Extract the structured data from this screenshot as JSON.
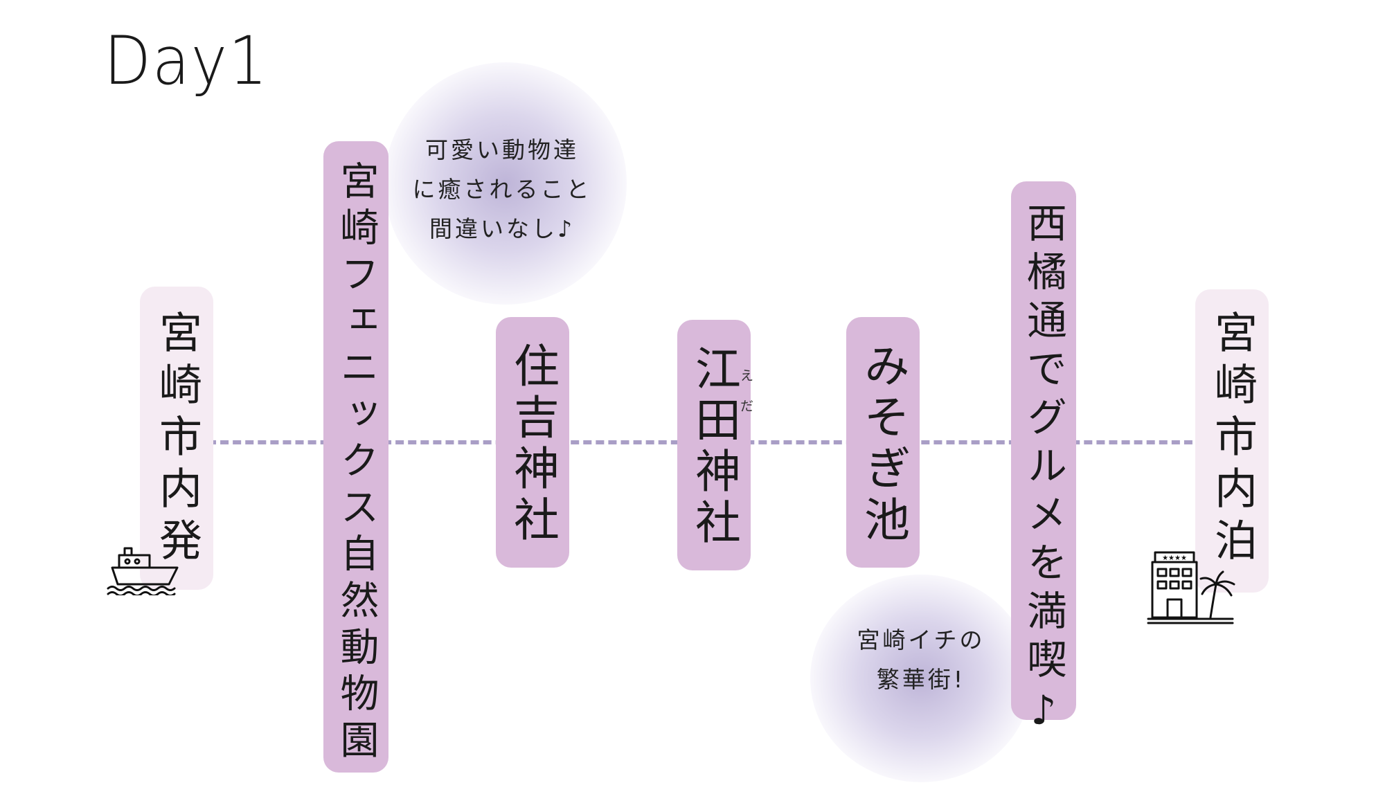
{
  "title": "Day1",
  "stops": {
    "start": "宮崎市内発",
    "zoo": "宮崎フェニックス自然動物園",
    "sumiyoshi": "住吉神社",
    "eda": "江田神社",
    "eda_ruby": [
      "え",
      "だ"
    ],
    "misogi": "みそぎ池",
    "nishitachi": "西橘通でグルメを満喫♪",
    "end": "宮崎市内泊"
  },
  "notes": {
    "zoo": [
      "可愛い動物達",
      "に癒されること",
      "間違いなし♪"
    ],
    "nishitachi": [
      "宮崎イチの",
      "繁華街!"
    ]
  },
  "icons": [
    "ship-icon",
    "hotel-palm-icon"
  ],
  "colors": {
    "stop_light": "#f5ebf3",
    "stop_dark": "#d9b9da",
    "route_line": "#a99ec6",
    "note_blob": "#aca0cd"
  }
}
